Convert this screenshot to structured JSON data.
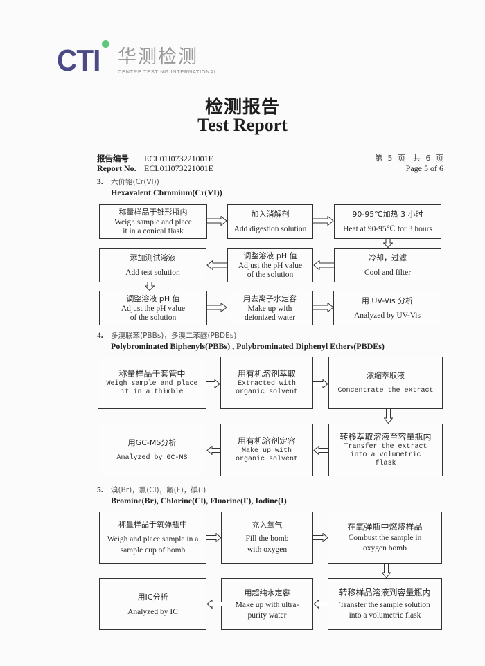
{
  "logo": {
    "brand": "CTI",
    "name_cn": "华测检测",
    "name_en": "CENTRE TESTING INTERNATIONAL",
    "accent_color": "#4c4a86",
    "dot_color": "#5cc87a"
  },
  "title": {
    "cn": "检测报告",
    "en": "Test Report"
  },
  "report": {
    "no_label_cn": "报告编号",
    "no_label_en": "Report No.",
    "no_value": "ECL01I073221001E",
    "page_cn": "第 5 页　共 6 页",
    "page_en": "Page 5 of 6"
  },
  "sections": [
    {
      "num": "3.",
      "title_cn": "六价铬(Cr(VI))",
      "title_en": "Hexavalent Chromium(Cr(VI))",
      "steps": [
        {
          "cn": "称量样品于锥形瓶内",
          "en": "Weigh sample and place it in a conical flask"
        },
        {
          "cn": "加入消解剂",
          "en": "Add digestion solution"
        },
        {
          "cn": "90-95℃加热 3 小时",
          "en": "Heat at 90-95℃  for 3 hours"
        },
        {
          "cn": "冷却，过滤",
          "en": "Cool and filter"
        },
        {
          "cn": "调整溶液 pH 值",
          "en": "Adjust the pH value of the solution"
        },
        {
          "cn": "添加测试溶液",
          "en": "Add test solution"
        },
        {
          "cn": "调整溶液 pH 值",
          "en": "Adjust the pH value of the solution"
        },
        {
          "cn": "用去离子水定容",
          "en": "Make up with deionized water"
        },
        {
          "cn": "用 UV-Vis 分析",
          "en": "Analyzed by UV-Vis"
        }
      ]
    },
    {
      "num": "4.",
      "title_cn": "多溴联苯(PBBs)，多溴二苯醚(PBDEs)",
      "title_en": "Polybrominated Biphenyls(PBBs) , Polybrominated Diphenyl Ethers(PBDEs)",
      "steps": [
        {
          "cn": "称量样品于套管中",
          "en": "Weigh sample and place it in a thimble"
        },
        {
          "cn": "用有机溶剂萃取",
          "en": "Extracted with organic solvent"
        },
        {
          "cn": "浓缩萃取液",
          "en": "Concentrate the extract"
        },
        {
          "cn": "转移萃取溶液至容量瓶内",
          "en": "Transfer the extract into a volumetric flask"
        },
        {
          "cn": "用有机溶剂定容",
          "en": "Make up with organic solvent"
        },
        {
          "cn": "用GC-MS分析",
          "en": "Analyzed by GC-MS"
        }
      ]
    },
    {
      "num": "5.",
      "title_cn": "溴(Br)，氯(Cl)，氟(F)，碘(I)",
      "title_en": "Bromine(Br), Chlorine(Cl), Fluorine(F), Iodine(I)",
      "steps": [
        {
          "cn": "称量样品于氧弹瓶中",
          "en": "Weigh and place sample in a sample cup of bomb"
        },
        {
          "cn": "充入氧气",
          "en": "Fill the bomb with oxygen"
        },
        {
          "cn": "在氧弹瓶中燃烧样品",
          "en": "Combust the sample in oxygen bomb"
        },
        {
          "cn": "转移样品溶液到容量瓶内",
          "en": "Transfer the sample solution into a volumetric flask"
        },
        {
          "cn": "用超纯水定容",
          "en": "Make up with ultra-purity water"
        },
        {
          "cn": "用IC分析",
          "en": "Analyzed by IC"
        }
      ]
    }
  ]
}
